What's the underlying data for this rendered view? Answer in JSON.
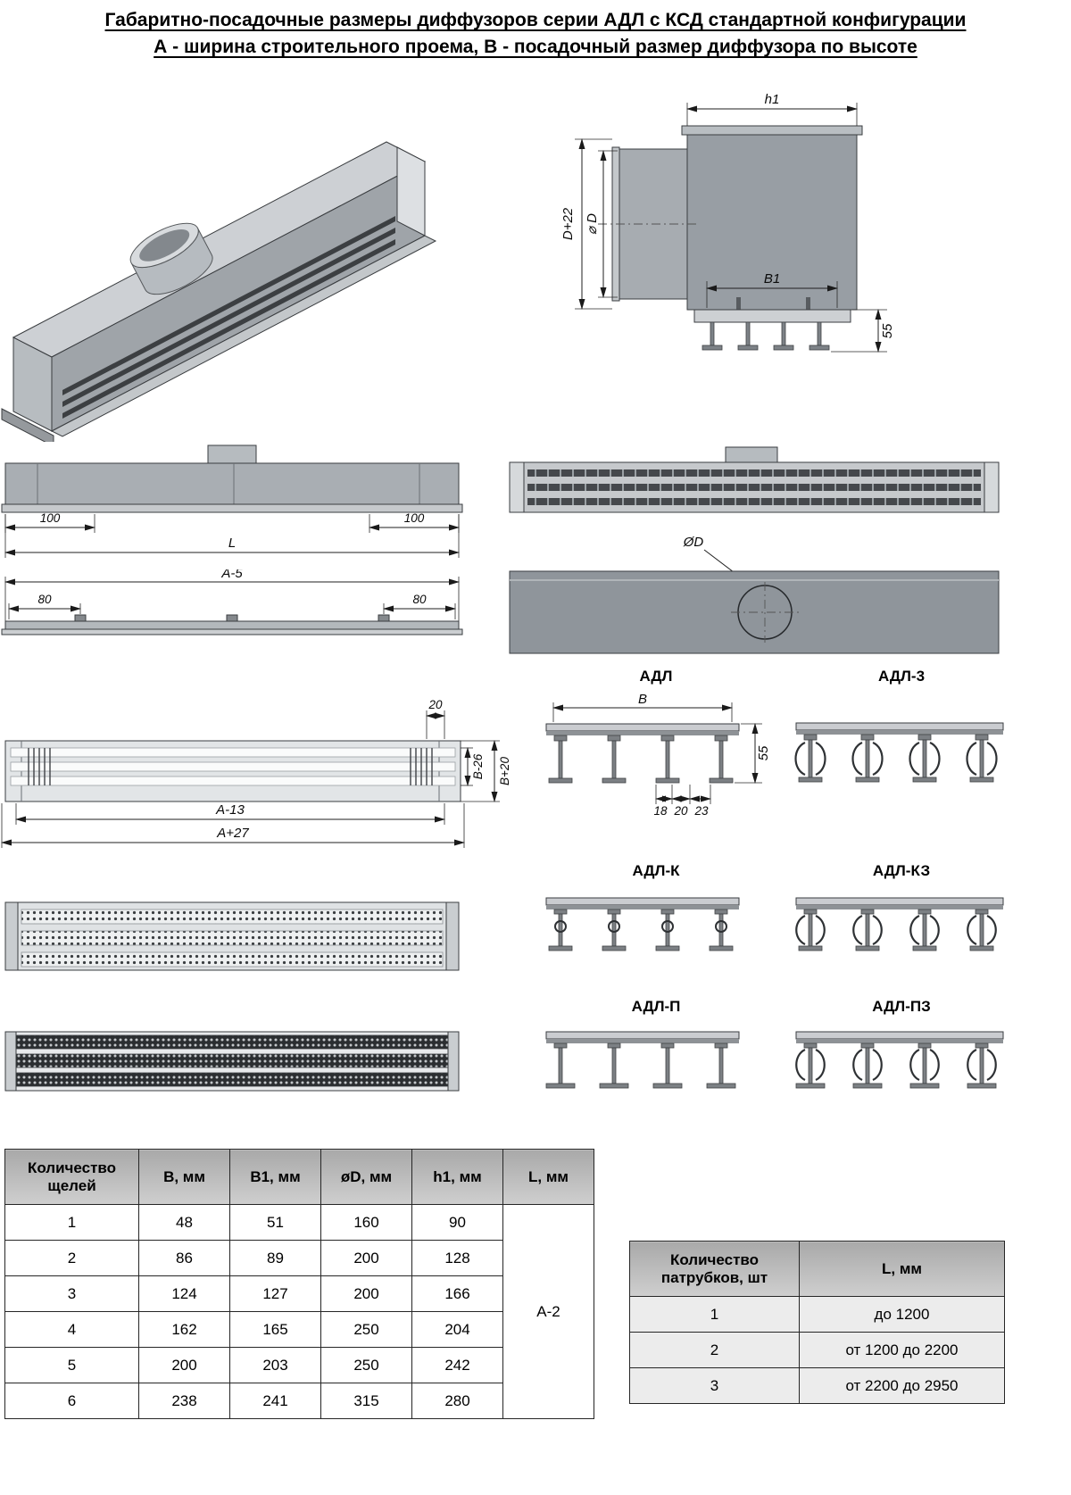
{
  "title": {
    "line1": "Габаритно-посадочные размеры диффузоров серии АДЛ с КСД стандартной конфигурации",
    "line2": "А - ширина строительного проема, В - посадочный размер диффузора по высоте"
  },
  "side_view": {
    "dims": {
      "h1": "h1",
      "d_plus_22": "D+22",
      "phi_d": "⌀ D",
      "b1": "B1",
      "h55": "55"
    }
  },
  "front_view": {
    "dims": {
      "n100_left": "100",
      "length": "L",
      "n100_right": "100"
    }
  },
  "frame_view": {
    "dims": {
      "a_minus_5": "А-5",
      "n80_left": "80",
      "n80_right": "80"
    }
  },
  "plan_view": {
    "dims": {
      "phi_d": "ØD"
    }
  },
  "grille_view": {
    "dims": {
      "n20": "20",
      "b_minus_26": "B-26",
      "b_plus_20": "B+20",
      "a_minus_13": "А-13",
      "a_plus_27": "А+27"
    }
  },
  "sections": {
    "adl": {
      "label": "АДЛ",
      "dims": {
        "b": "B",
        "h55": "55",
        "n18": "18",
        "n20": "20",
        "n23": "23"
      }
    },
    "adl3": {
      "label": "АДЛ-3"
    },
    "adlk": {
      "label": "АДЛ-К"
    },
    "adlk3": {
      "label": "АДЛ-КЗ"
    },
    "adlp": {
      "label": "АДЛ-П"
    },
    "adlp3": {
      "label": "АДЛ-ПЗ"
    }
  },
  "table1": {
    "headers": [
      "Количество щелей",
      "B, мм",
      "B1, мм",
      "øD, мм",
      "h1, мм",
      "L, мм"
    ],
    "rows": [
      [
        "1",
        "48",
        "51",
        "160",
        "90"
      ],
      [
        "2",
        "86",
        "89",
        "200",
        "128"
      ],
      [
        "3",
        "124",
        "127",
        "200",
        "166"
      ],
      [
        "4",
        "162",
        "165",
        "250",
        "204"
      ],
      [
        "5",
        "200",
        "203",
        "250",
        "242"
      ],
      [
        "6",
        "238",
        "241",
        "315",
        "280"
      ]
    ],
    "l_merged": "А-2"
  },
  "table2": {
    "headers": [
      "Количество патрубков, шт",
      "L, мм"
    ],
    "rows": [
      [
        "1",
        "до 1200"
      ],
      [
        "2",
        "от 1200 до 2200"
      ],
      [
        "3",
        "от 2200 до 2950"
      ]
    ]
  }
}
